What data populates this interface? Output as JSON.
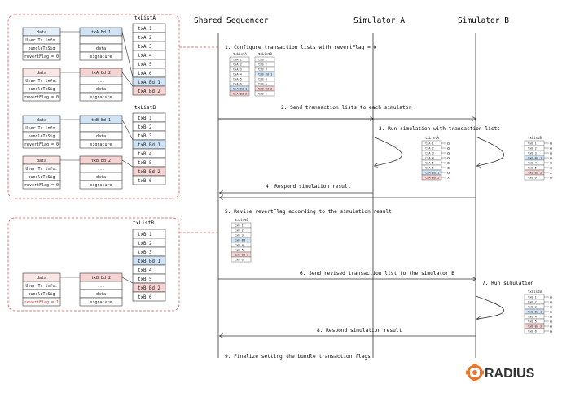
{
  "headers": {
    "sequencer": "Shared Sequencer",
    "sim_a": "Simulator A",
    "sim_b": "Simulator B"
  },
  "steps": [
    "1. Configure transaction lists with revertFlag = 0",
    "2. Send transaction lists to each simulator",
    "3. Run simulation with transaction lists",
    "4. Respond simulation result",
    "5. Revise revertFlag according to the simulation result",
    "6. Send revised transaction list to the simulator B",
    "7. Run simulation",
    "8. Respond simulation result",
    "9. Finalize setting the bundle transaction flags"
  ],
  "lists": {
    "txListA": "txListA",
    "txListB": "txListB",
    "a_items": [
      "txA 1",
      "txA 2",
      "txA 3",
      "txA 4",
      "txA 5",
      "txA 6",
      "txA Bd 1",
      "txA Bd 2"
    ],
    "b_items": [
      "txB 1",
      "txB 2",
      "txB 3",
      "txB Bd 1",
      "txB 4",
      "txB 5",
      "txB Bd 2",
      "txB 6"
    ]
  },
  "bundle": {
    "fields": [
      "data",
      "User Tx info.",
      "bundleTxSig",
      "revertFlag = 0"
    ],
    "fields_revised": [
      "data",
      "User Tx info.",
      "bundleTxSig",
      "revertFlag = 1"
    ],
    "a_bd1": [
      "txA Bd 1",
      "...",
      "data",
      "signature"
    ],
    "a_bd2": [
      "txA Bd 2",
      "...",
      "data",
      "signature"
    ],
    "b_bd1": [
      "txB Bd 1",
      "...",
      "data",
      "signature"
    ],
    "b_bd2": [
      "txB Bd 2",
      "...",
      "data",
      "signature"
    ]
  },
  "result_marks": {
    "ok": "o",
    "fail": "x"
  },
  "logo": {
    "text": "RADIUS"
  },
  "colors": {
    "blue": "#cfe3f5",
    "pink": "#f6d3d3",
    "light_blue": "#e3eef8",
    "light_pink": "#fbe6e6",
    "dashed": "#d9534f",
    "arrow": "#333333",
    "logo": "#e8772e"
  }
}
